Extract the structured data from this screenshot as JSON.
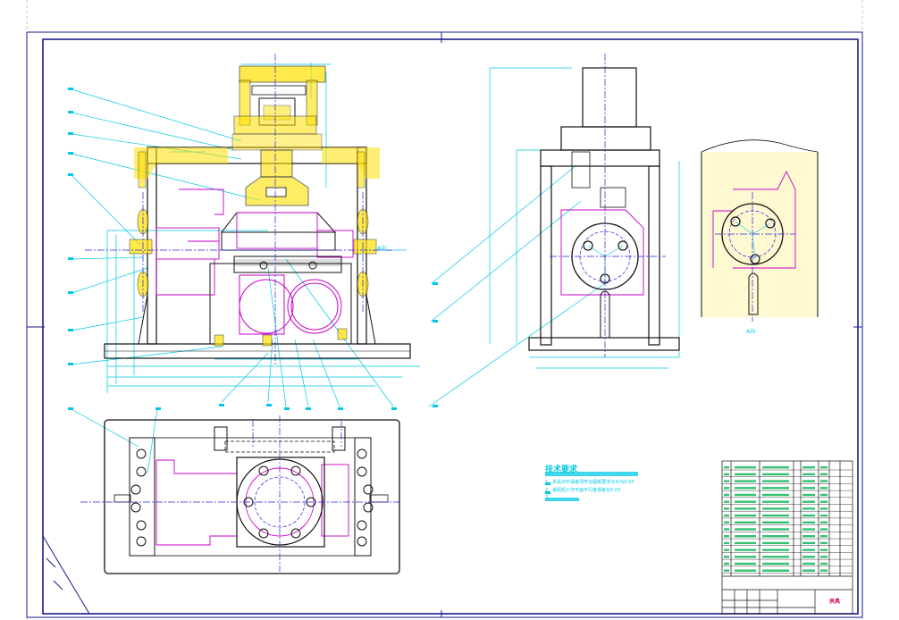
{
  "drawing": {
    "colors": {
      "frame": "#1a1a8c",
      "outline": "#111111",
      "dimension": "#00c8e6",
      "section": "#c800c8",
      "hatch": "#ffe000",
      "centerline": "#2222dd",
      "accent": "#e0003c"
    },
    "views": {
      "front": {
        "arrow_label": "A向"
      },
      "side_detail": {
        "arrow_label": "A向"
      }
    },
    "technical_requirements": {
      "title": "技术要求",
      "lines": [
        "1、夹具对中误差须符合图纸要求允许为0.03",
        "2、装配后工作平面平行度误差在0.03",
        "3、"
      ]
    },
    "title_block": {
      "drawing_name": "夹具"
    }
  }
}
